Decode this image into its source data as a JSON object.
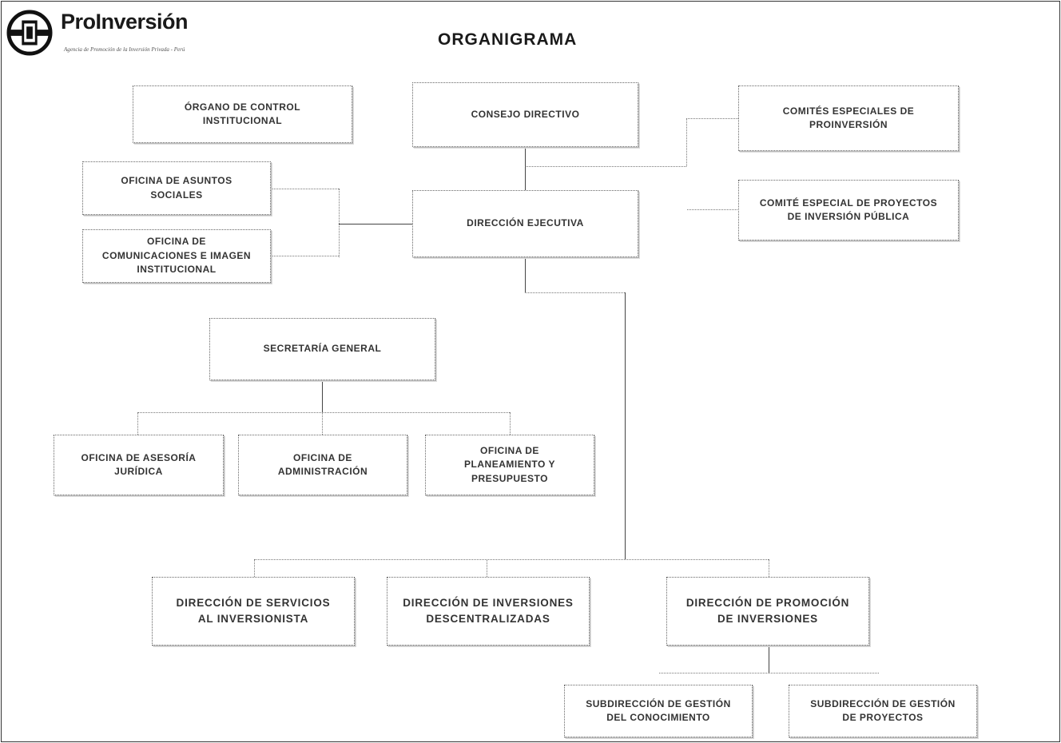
{
  "brand": {
    "name": "ProInversión",
    "tagline": "Agencia de Promoción de la Inversión Privada - Perú"
  },
  "title": "ORGANIGRAMA",
  "nodes": {
    "organo_control": "ÓRGANO DE CONTROL\nINSTITUCIONAL",
    "consejo_directivo": "CONSEJO DIRECTIVO",
    "comites_especiales": "COMITÉS ESPECIALES DE\nPROINVERSIÓN",
    "oficina_asuntos_sociales": "OFICINA DE ASUNTOS\nSOCIALES",
    "direccion_ejecutiva": "DIRECCIÓN EJECUTIVA",
    "comite_proyectos_publica": "COMITÉ ESPECIAL DE PROYECTOS\nDE INVERSIÓN PÚBLICA",
    "oficina_comunicaciones": "OFICINA DE\nCOMUNICACIONES E IMAGEN\nINSTITUCIONAL",
    "secretaria_general": "SECRETARÍA GENERAL",
    "asesoria_juridica": "OFICINA DE ASESORÍA\nJURÍDICA",
    "administracion": "OFICINA DE\nADMINISTRACIÓN",
    "planeamiento": "OFICINA DE\nPLANEAMIENTO Y\nPRESUPUESTO",
    "servicios_inversionista": "DIRECCIÓN DE SERVICIOS\nAL INVERSIONISTA",
    "inversiones_descentralizadas": "DIRECCIÓN DE INVERSIONES\nDESCENTRALIZADAS",
    "promocion_inversiones": "DIRECCIÓN DE PROMOCIÓN\nDE INVERSIONES",
    "subdir_conocimiento": "SUBDIRECCIÓN DE GESTIÓN\nDEL CONOCIMIENTO",
    "subdir_proyectos": "SUBDIRECCIÓN DE GESTIÓN\nDE PROYECTOS"
  }
}
